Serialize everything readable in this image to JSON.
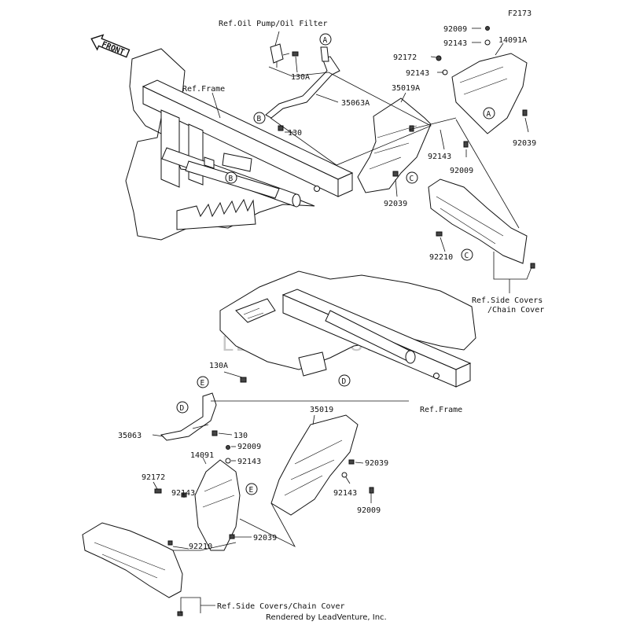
{
  "figure_code": "F2173",
  "watermark": "LEADVENTURE",
  "front_label": "FRONT",
  "credit": "Rendered by LeadVenture, Inc.",
  "top_labels": {
    "ref_oil": "Ref.Oil Pump/Oil Filter",
    "ref_frame": "Ref.Frame",
    "p130A": "130A",
    "p35063A": "35063A",
    "p130": "130",
    "p35019A": "35019A",
    "p14091A": "14091A",
    "p92009a": "92009",
    "p92143a": "92143",
    "p92172": "92172",
    "p92143b": "92143",
    "p92039a": "92039",
    "p92143c": "92143",
    "p92009b": "92009",
    "p92039b": "92039",
    "p92210": "92210",
    "ref_side_1": "Ref.Side Covers",
    "ref_side_2": "/Chain Cover"
  },
  "bottom_labels": {
    "ref_frame": "Ref.Frame",
    "p130A": "130A",
    "p35063": "35063",
    "p130": "130",
    "p35019": "35019",
    "p14091": "14091",
    "p92009a": "92009",
    "p92143a": "92143",
    "p92172": "92172",
    "p92143b": "92143",
    "p92039a": "92039",
    "p92143c": "92143",
    "p92009b": "92009",
    "p92039b": "92039",
    "p92210": "92210",
    "ref_side": "Ref.Side Covers/Chain Cover"
  },
  "callouts": {
    "A1": "A",
    "A2": "A",
    "B1": "B",
    "B2": "B",
    "C1": "C",
    "C2": "C",
    "D1": "D",
    "D2": "D",
    "E1": "E",
    "E2": "E"
  }
}
